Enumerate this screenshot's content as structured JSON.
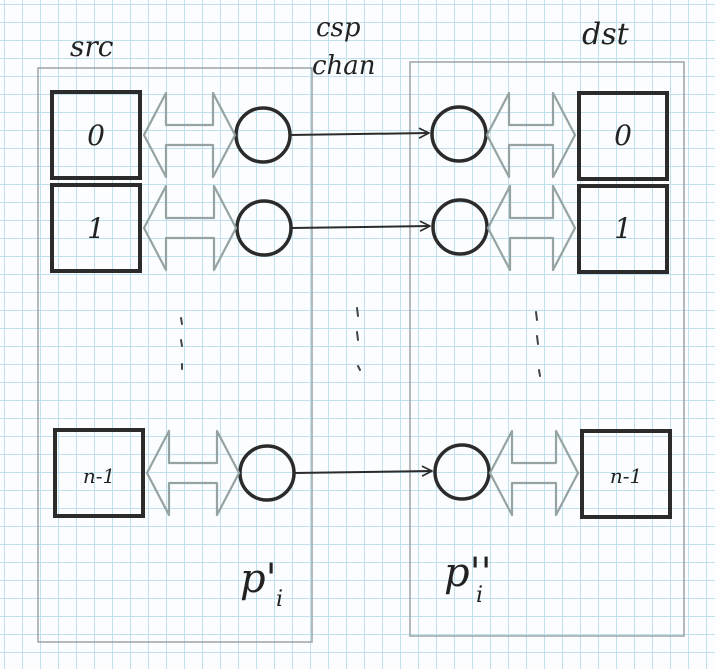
{
  "labels": {
    "src": "src",
    "csp_line1": "csp",
    "csp_line2": "chan",
    "dst": "dst",
    "src_process": "p'",
    "src_process_sub": "i",
    "dst_process": "p''",
    "dst_process_sub": "i"
  },
  "src_boxes": [
    "0",
    "1",
    "n-1"
  ],
  "dst_boxes": [
    "0",
    "1",
    "n-1"
  ],
  "colors": {
    "ink": "#2b2b2b",
    "container": "#9aa3a6",
    "double_arrow": "#95a3a3",
    "grid": "#bfe0ec"
  }
}
